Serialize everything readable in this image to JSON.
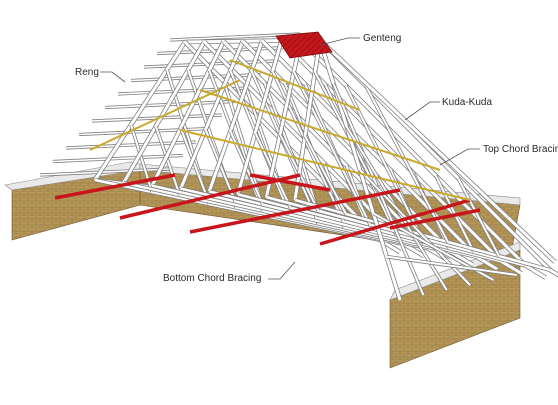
{
  "labels": {
    "genteng": "Genteng",
    "reng": "Reng",
    "kuda_kuda": "Kuda-Kuda",
    "top_chord_bracing": "Top Chord Bracing",
    "bottom_chord_bracing": "Bottom Chord Bracing"
  },
  "colors": {
    "truss_member": "#ffffff",
    "truss_outline": "#7f7f7f",
    "bracing_red": "#c8141b",
    "tile_red": "#c5161c",
    "brick_wall": "#b59658",
    "wall_cap": "#e9e9e9",
    "yellow_brace": "#c9a92a",
    "leader_line": "#555555"
  }
}
